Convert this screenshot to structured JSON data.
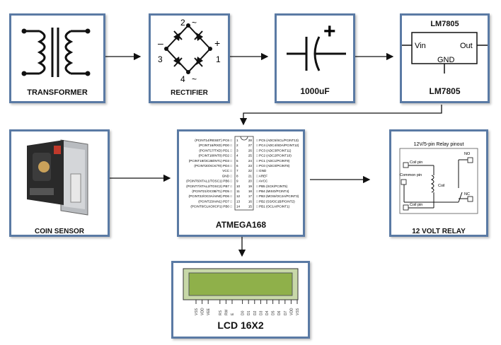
{
  "blocks": {
    "transformer": {
      "label": "TRANSFORMER"
    },
    "rectifier": {
      "label": "RECTIFIER",
      "pins": [
        "2",
        "~",
        "–",
        "+",
        "3",
        "1",
        "4",
        "~"
      ]
    },
    "capacitor": {
      "label": "1000uF",
      "symbol": "+"
    },
    "regulator": {
      "label": "LM7805",
      "chip_title": "LM7805",
      "vin": "Vin",
      "out": "Out",
      "gnd": "GND"
    },
    "coin_sensor": {
      "label": "COIN SENSOR"
    },
    "mcu": {
      "label": "ATMEGA168",
      "left_pins": [
        {
          "name": "(PCINT14/RESET) PC6",
          "num": "1"
        },
        {
          "name": "(PCINT16/RXD) PD0",
          "num": "2"
        },
        {
          "name": "(PCINT17/TXD) PD1",
          "num": "3"
        },
        {
          "name": "(PCINT18/INT0) PD2",
          "num": "4"
        },
        {
          "name": "(PCINT19/OC2B/INT1) PD3",
          "num": "5"
        },
        {
          "name": "(PCINT20/XCK/T0) PD4",
          "num": "6"
        },
        {
          "name": "VCC",
          "num": "7"
        },
        {
          "name": "GND",
          "num": "8"
        },
        {
          "name": "(PCINT6/XTAL1/TOSC1) PB6",
          "num": "9"
        },
        {
          "name": "(PCINT7/XTAL2/TOSC2) PB7",
          "num": "10"
        },
        {
          "name": "(PCINT21/OC0B/T1) PD5",
          "num": "11"
        },
        {
          "name": "(PCINT22/OC0A/AIN0) PD6",
          "num": "12"
        },
        {
          "name": "(PCINT23/AIN1) PD7",
          "num": "13"
        },
        {
          "name": "(PCINT0/CLKO/ICP1) PB0",
          "num": "14"
        }
      ],
      "right_pins": [
        {
          "name": "PC5 (ADC5/SCL/PCINT13)",
          "num": "28"
        },
        {
          "name": "PC4 (ADC4/SDA/PCINT12)",
          "num": "27"
        },
        {
          "name": "PC3 (ADC3/PCINT11)",
          "num": "26"
        },
        {
          "name": "PC2 (ADC2/PCINT10)",
          "num": "25"
        },
        {
          "name": "PC1 (ADC1/PCINT9)",
          "num": "24"
        },
        {
          "name": "PC0 (ADC0/PCINT8)",
          "num": "23"
        },
        {
          "name": "GND",
          "num": "22"
        },
        {
          "name": "AREF",
          "num": "21"
        },
        {
          "name": "AVCC",
          "num": "20"
        },
        {
          "name": "PB5 (SCK/PCINT5)",
          "num": "19"
        },
        {
          "name": "PB4 (MISO/PCINT4)",
          "num": "18"
        },
        {
          "name": "PB3 (MOSI/OC2A/PCINT3)",
          "num": "17"
        },
        {
          "name": "PB2 (SS/OC1B/PCINT2)",
          "num": "16"
        },
        {
          "name": "PB1 (OC1A/PCINT1)",
          "num": "15"
        }
      ]
    },
    "relay": {
      "label": "12 VOLT RELAY",
      "title": "12V/5-pin Relay pinout",
      "coil_pin_top": "Coil pin",
      "common_pin": "Common pin",
      "coil": "Coil",
      "coil_pin_bottom": "Coil pin",
      "no": "NO",
      "nc": "NC"
    },
    "lcd": {
      "label": "LCD 16X2",
      "pins": [
        "VSS",
        "VDD",
        "VEE",
        "RS",
        "RW",
        "E",
        "D0",
        "D1",
        "D2",
        "D3",
        "D4",
        "D5",
        "D6",
        "D7",
        "VDD",
        "VSS"
      ]
    }
  },
  "colors": {
    "border": "#5a7aa4",
    "lcd_screen": "#8fb04a",
    "lcd_frame": "#c8d8a8"
  }
}
